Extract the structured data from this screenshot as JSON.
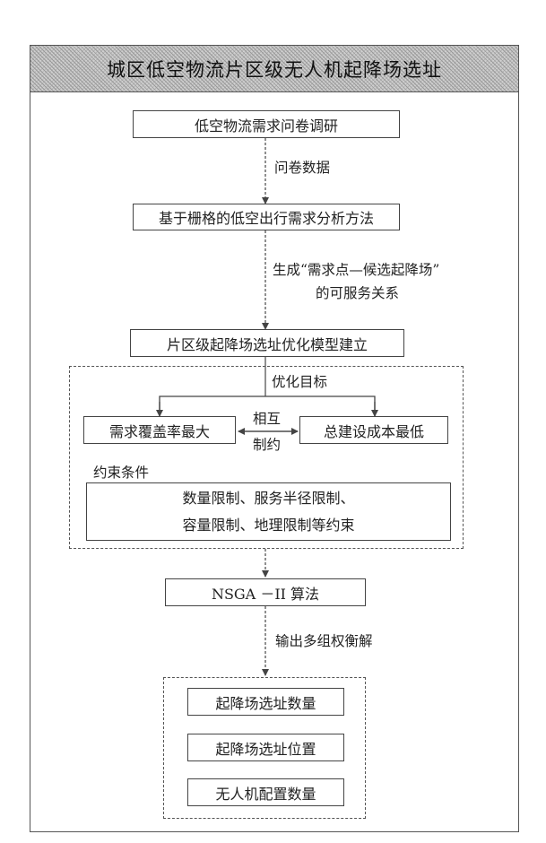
{
  "title": "城区低空物流片区级无人机起降场选址",
  "steps": {
    "survey": "低空物流需求问卷调研",
    "analysis": "基于栅格的低空出行需求分析方法",
    "model": "片区级起降场选址优化模型建立",
    "algorithm": "NSGA －II 算法"
  },
  "edge_labels": {
    "survey_to_analysis": "问卷数据",
    "analysis_to_model_line1": "生成“需求点—候选起降场”",
    "analysis_to_model_line2": "的可服务关系",
    "algorithm_to_output": "输出多组权衡解"
  },
  "optimization": {
    "label": "优化目标",
    "objective_left": "需求覆盖率最大",
    "objective_right": "总建设成本最低",
    "tradeoff_line1": "相互",
    "tradeoff_line2": "制约",
    "constraints_label": "约束条件",
    "constraints_line1": "数量限制、服务半径限制、",
    "constraints_line2": "容量限制、地理限制等约束"
  },
  "outputs": [
    "起降场选址数量",
    "起降场选址位置",
    "无人机配置数量"
  ]
}
